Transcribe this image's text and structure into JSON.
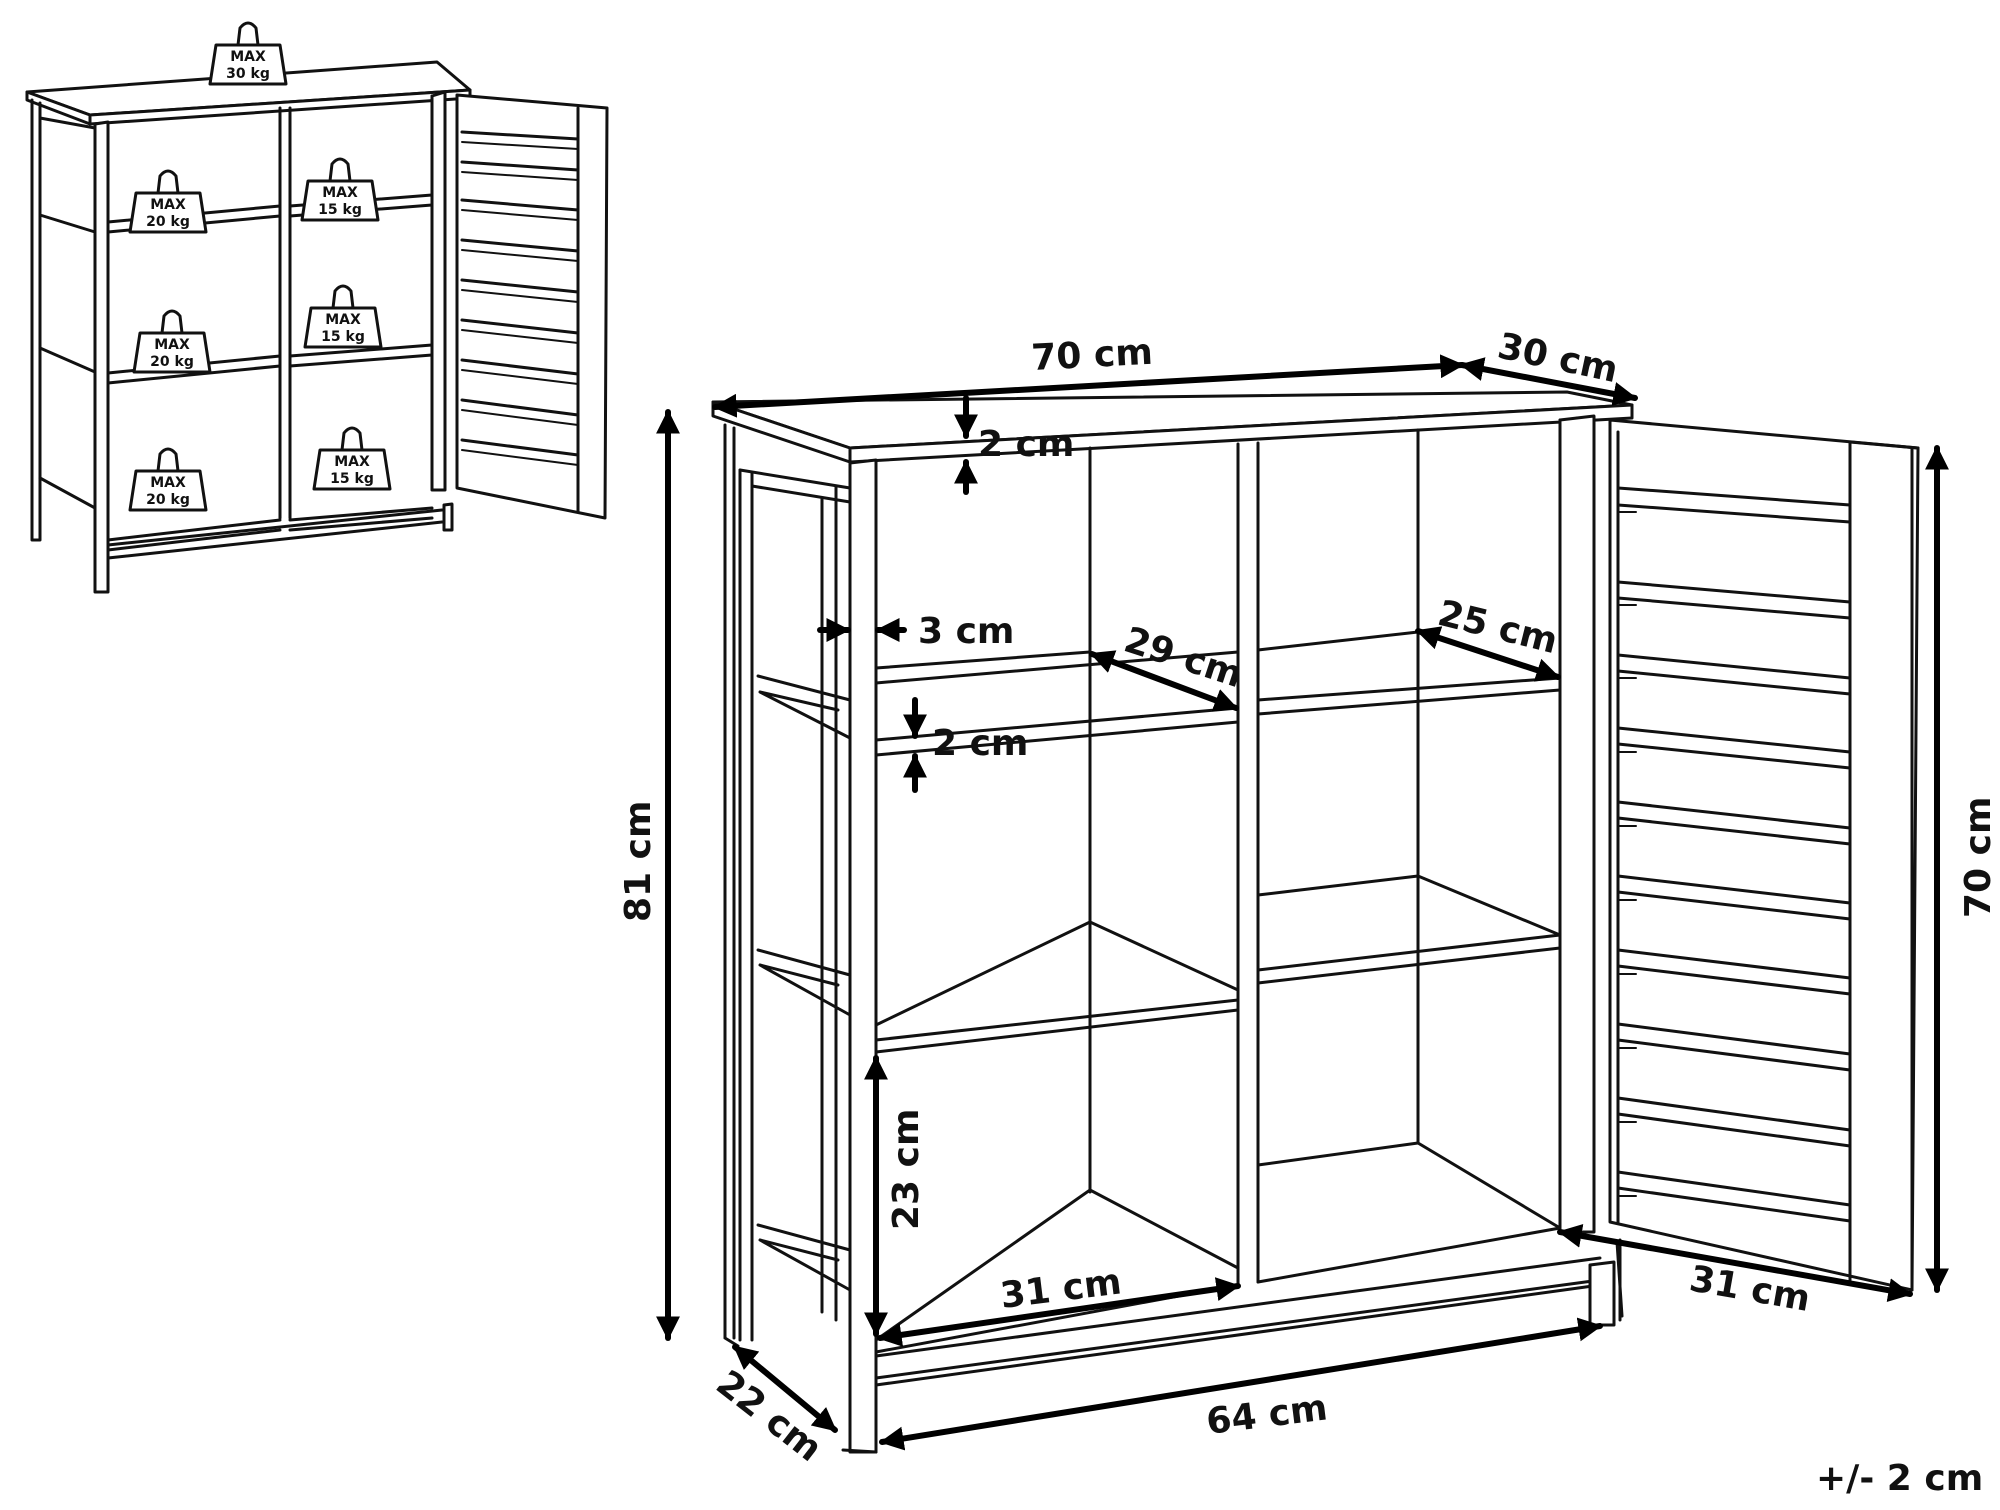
{
  "weights": [
    {
      "line1": "MAX",
      "line2": "30 kg"
    },
    {
      "line1": "MAX",
      "line2": "20 kg"
    },
    {
      "line1": "MAX",
      "line2": "15 kg"
    },
    {
      "line1": "MAX",
      "line2": "20 kg"
    },
    {
      "line1": "MAX",
      "line2": "15 kg"
    },
    {
      "line1": "MAX",
      "line2": "20 kg"
    },
    {
      "line1": "MAX",
      "line2": "15 kg"
    }
  ],
  "dimensions": {
    "top_width": "70 cm",
    "top_depth": "30 cm",
    "top_thickness": "2 cm",
    "total_height": "81 cm",
    "side_thickness": "3 cm",
    "shelf_depth": "29 cm",
    "shelf_depth_right": "25 cm",
    "shelf_thickness": "2 cm",
    "compartment_height": "23 cm",
    "compartment_width": "31 cm",
    "door_width": "31 cm",
    "door_height": "70 cm",
    "bottom_depth": "22 cm",
    "inner_width": "64 cm"
  },
  "tolerance": "+/- 2 cm"
}
